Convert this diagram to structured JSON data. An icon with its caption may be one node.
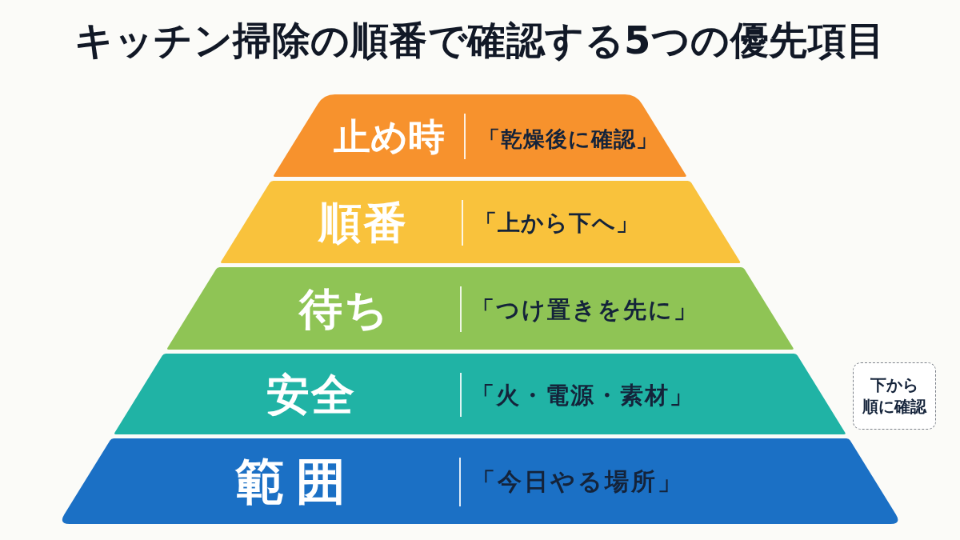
{
  "diagram": {
    "title": "キッチン掃除の順番で確認する5つの優先項目",
    "nodes": [
      {
        "text": [
          "止め時",
          "「乾燥後に確認」"
        ]
      },
      {
        "text": [
          "順番",
          "「上から下へ」"
        ]
      },
      {
        "text": [
          "待ち",
          "「つけ置きを先に」"
        ]
      },
      {
        "text": [
          "安全",
          "「火・電源・素材」"
        ]
      },
      {
        "text": [
          "範囲",
          "「今日やる場所」"
        ]
      },
      {
        "text": [
          "下から順に確認"
        ]
      }
    ]
  }
}
